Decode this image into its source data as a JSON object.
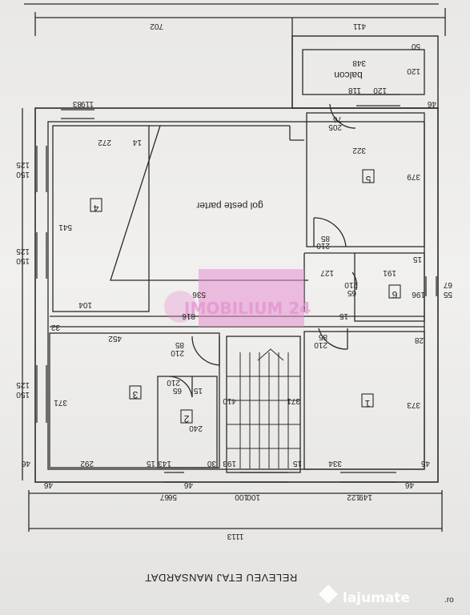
{
  "plan": {
    "title": "RELEVEU ETAJ MANSARDAT",
    "void_label": "gol peste parter",
    "balcony_label": "balcon",
    "rooms": [
      "1",
      "2",
      "3",
      "4",
      "5",
      "6"
    ],
    "dims": {
      "top_total": "702",
      "top_right": "411",
      "bottom_total": "1113",
      "balcony_width": "348",
      "balcony_v1": "120",
      "balcony_v2": "50",
      "balcony_h": "118",
      "balcony_h2": "120",
      "balcony_46": "46",
      "door5_w": "76",
      "door5_h": "205",
      "win4_a": "119",
      "win4_b": "83",
      "r4_w": "272",
      "r4_small": "14",
      "r4_h": "541",
      "r4_bottom": "536",
      "r4_104": "104",
      "r5_w": "322",
      "r5_h": "379",
      "door_mid_w": "85",
      "door_mid_h": "210",
      "corr_w": "127",
      "r6_w": "191",
      "r6_h": "196",
      "r6_15": "15",
      "win6_a": "55",
      "win6_b": "67",
      "door6_w": "65",
      "door6_h": "210",
      "left_150a": "150",
      "left_125a": "125",
      "left_150b": "150",
      "left_125b": "125",
      "left_150c": "150",
      "left_125c": "125",
      "mid_816": "816",
      "mid_15": "15",
      "r3_w": "452",
      "r3_32": "32",
      "door3_w": "85",
      "door3_h": "210",
      "door1_w": "85",
      "door1_h": "210",
      "r1_28": "28",
      "r3_h": "371",
      "stairs_h": "410",
      "stairs_371": "371",
      "r1_h": "373",
      "door2_w": "65",
      "door2_h": "210",
      "r2_15a": "15",
      "r2_h": "240",
      "r3_bottom": "292",
      "r2_bottom": "143",
      "r2_15b": "15",
      "st_30": "30",
      "st_193": "193",
      "r1_15": "15",
      "r1_bottom": "334",
      "w_46a": "46",
      "w_45": "45",
      "w_46b": "46",
      "w_46c": "46",
      "w_46d": "46",
      "b_56": "56",
      "b_67": "67",
      "b_100a": "100",
      "b_100b": "100",
      "b_149": "149",
      "b_122": "122"
    }
  },
  "watermarks": {
    "center": "IMOBILIUM 24",
    "brand": "lajumate",
    "brand_suffix": ".ro"
  },
  "colors": {
    "line": "#2a2a2a",
    "paper": "#f0efed",
    "watermark_pink": "#e58fd0",
    "watermark_text": "#ffffff"
  }
}
